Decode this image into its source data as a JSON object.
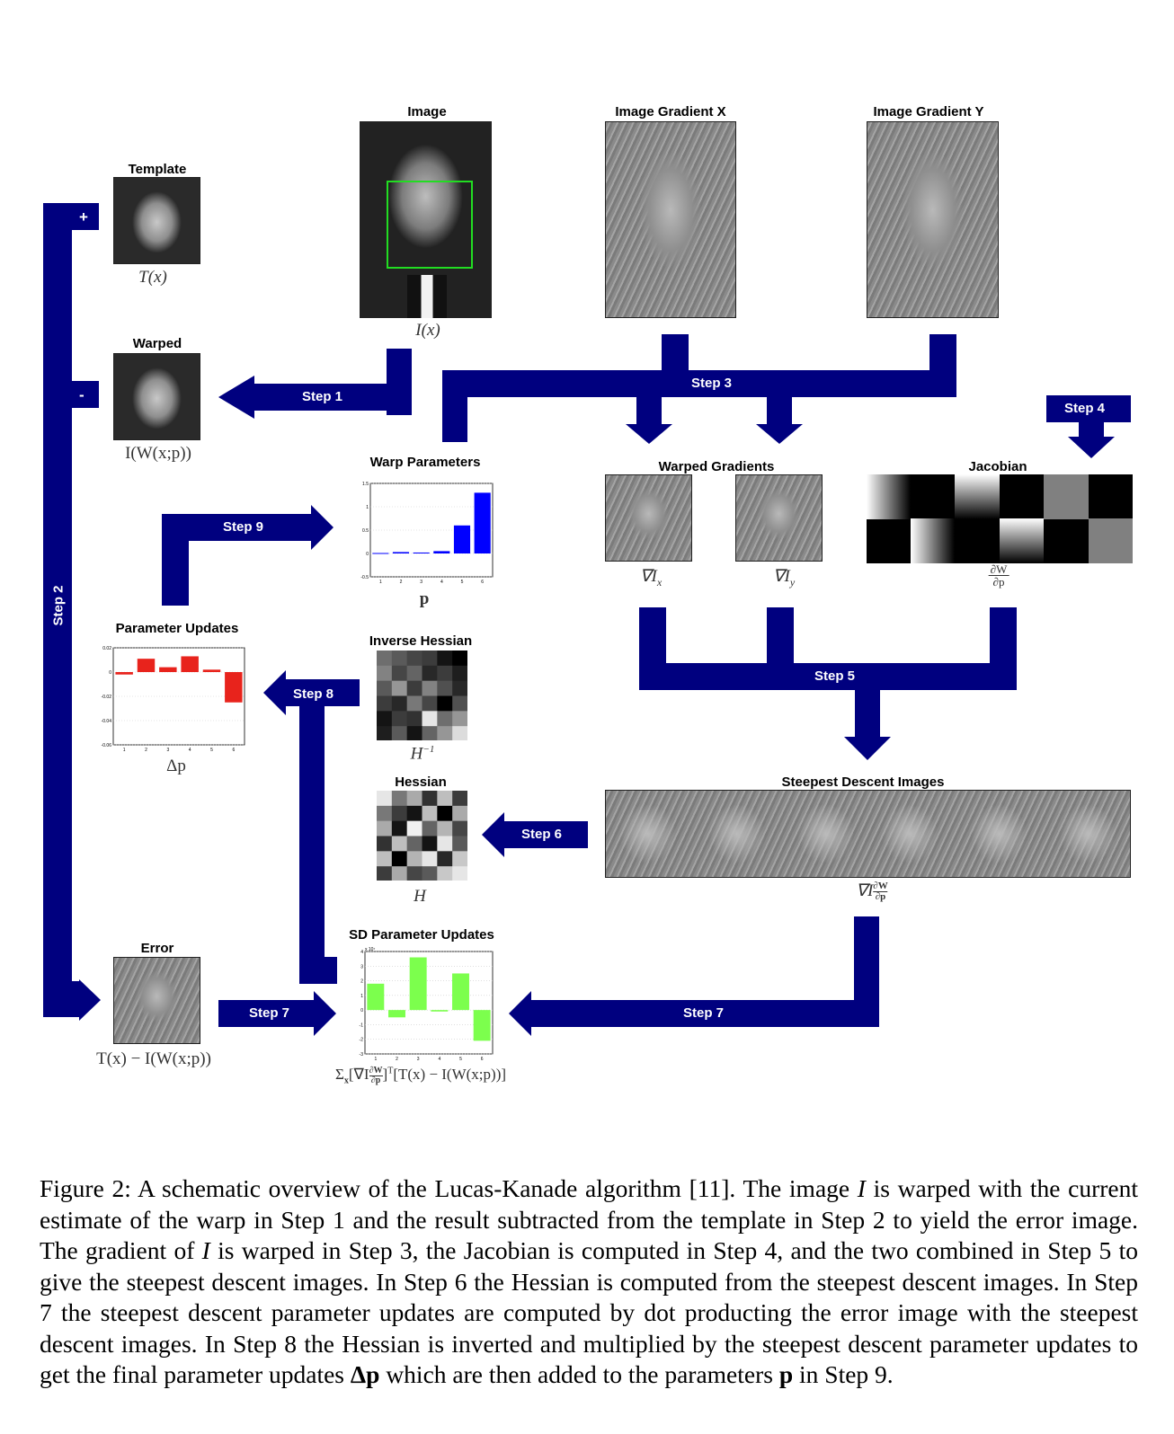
{
  "labels": {
    "template": "Template",
    "image": "Image",
    "image_gradient_x": "Image Gradient X",
    "image_gradient_y": "Image Gradient Y",
    "warped": "Warped",
    "warp_parameters": "Warp Parameters",
    "warped_gradients": "Warped Gradients",
    "jacobian": "Jacobian",
    "parameter_updates": "Parameter Updates",
    "inverse_hessian": "Inverse Hessian",
    "hessian": "Hessian",
    "steepest_descent_images": "Steepest Descent Images",
    "error": "Error",
    "sd_parameter_updates": "SD Parameter Updates"
  },
  "math": {
    "template": "T(x)",
    "image": "I(x)",
    "warped": "I(W(x;p))",
    "p": "p",
    "grad_x": "∇I",
    "grad_x_sub": "x",
    "grad_y": "∇I",
    "grad_y_sub": "y",
    "jac_num": "∂W",
    "jac_den": "∂p",
    "h_inv": "H",
    "h_inv_sup": "−1",
    "h": "H",
    "delta_p": "Δp",
    "sd_images": "∇I",
    "error": "T(x) − I(W(x;p))",
    "sd_updates_pre": "Σ",
    "sd_updates_sub": "x",
    "sd_updates_mid": "[∇I",
    "sd_updates_post": "]",
    "sd_updates_t": "T",
    "sd_updates_end": "[T(x) − I(W(x;p))]"
  },
  "steps": {
    "step1": "Step 1",
    "step2": "Step 2",
    "step3": "Step 3",
    "step4": "Step 4",
    "step5": "Step 5",
    "step6": "Step 6",
    "step7a": "Step 7",
    "step7b": "Step 7",
    "step8": "Step 8",
    "step9": "Step 9",
    "plus": "+",
    "minus": "-"
  },
  "colors": {
    "arrow": "#00007f",
    "warp_bars": "#0000ff",
    "param_bars": "#e8231c",
    "sd_bars": "#7cff4d",
    "roi_box": "#22dd22"
  },
  "chart_data": [
    {
      "name": "warp-parameters",
      "type": "bar",
      "title": "Warp Parameters",
      "xlabel": "p",
      "categories": [
        "1",
        "2",
        "3",
        "4",
        "5",
        "6"
      ],
      "values": [
        0.01,
        0.03,
        0.02,
        0.05,
        0.6,
        1.3
      ],
      "ylim": [
        -0.5,
        1.5
      ],
      "yticks": [
        "1.5",
        "1",
        "0.5",
        "0",
        "-0.5"
      ],
      "grid": true
    },
    {
      "name": "parameter-updates",
      "type": "bar",
      "title": "Parameter Updates",
      "xlabel": "Δp",
      "categories": [
        "1",
        "2",
        "3",
        "4",
        "5",
        "6"
      ],
      "values": [
        -0.002,
        0.011,
        0.004,
        0.013,
        0.002,
        -0.025
      ],
      "ylim": [
        -0.06,
        0.02
      ],
      "yticks": [
        "0.02",
        "0",
        "-0.02",
        "-0.04",
        "-0.06"
      ],
      "grid": true
    },
    {
      "name": "sd-parameter-updates",
      "type": "bar",
      "title": "SD Parameter Updates",
      "y_multiplier": "x 10⁷",
      "categories": [
        "1",
        "2",
        "3",
        "4",
        "5",
        "6"
      ],
      "values": [
        1.8,
        -0.5,
        3.6,
        -0.1,
        2.5,
        -2.1
      ],
      "ylim": [
        -3,
        4
      ],
      "yticks": [
        "4",
        "3",
        "2",
        "1",
        "0",
        "-1",
        "-2",
        "-3"
      ],
      "grid": true
    }
  ],
  "caption": {
    "label": "Figure 2:",
    "p1": " A schematic overview of the Lucas-Kanade algorithm [11]. The image ",
    "i1": "I",
    "p2": " is warped with the current estimate of the warp in Step 1 and the result subtracted from the template in Step 2 to yield the error image. The gradient of ",
    "i2": "I",
    "p3": " is warped in Step 3, the Jacobian is computed in Step 4, and the two combined in Step 5 to give the steepest descent images. In Step 6 the Hessian is computed from the steepest descent images. In Step 7 the steepest descent parameter updates are computed by dot producting the error image with the steepest descent images. In Step 8 the Hessian is inverted and multiplied by the steepest descent parameter updates to get the final parameter updates ",
    "dp": "Δp",
    "p4": " which are then added to the parameters ",
    "pp": "p",
    "p5": " in Step 9."
  }
}
